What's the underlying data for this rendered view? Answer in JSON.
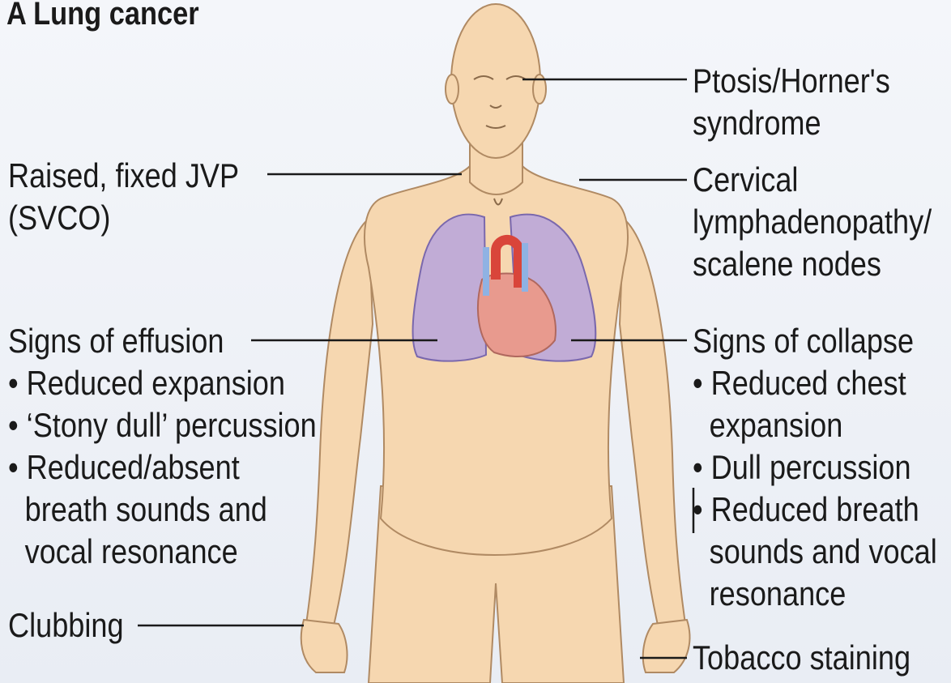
{
  "title": "A Lung cancer",
  "labels": {
    "ptosis": [
      "Ptosis/Horner's",
      "syndrome"
    ],
    "jvp": [
      "Raised, fixed JVP",
      "(SVCO)"
    ],
    "cervical": [
      "Cervical",
      "lymphadenopathy/",
      "scalene nodes"
    ],
    "effusion": {
      "heading": "Signs of effusion",
      "items": [
        "• Reduced expansion",
        "• ‘Stony dull’ percussion",
        "• Reduced/absent",
        "breath sounds and",
        "vocal resonance"
      ]
    },
    "collapse": {
      "heading": "Signs of collapse",
      "items": [
        "• Reduced chest",
        "expansion",
        "• Dull percussion",
        "• Reduced breath",
        "sounds and vocal",
        "resonance"
      ]
    },
    "clubbing": "Clubbing",
    "tobacco": "Tobacco staining"
  },
  "colors": {
    "skin": "#f6d7b0",
    "skin_outline": "#b08a63",
    "lung": "#b7a4dd",
    "lung_outline": "#7a68ad",
    "heart": "#e89a8e",
    "aorta": "#d9453a",
    "vessel": "#8fb2e3"
  }
}
